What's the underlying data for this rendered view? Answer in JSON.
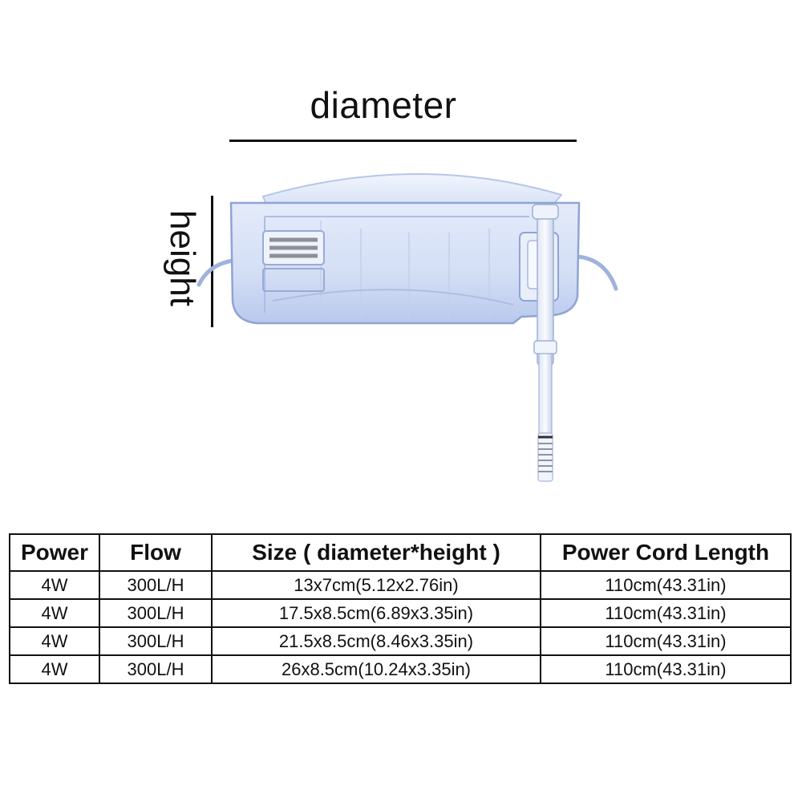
{
  "diagram": {
    "width_label": "diameter",
    "height_label": "height"
  },
  "colors": {
    "ink": "#111111",
    "product_tint": "#c9d6f2",
    "product_edge": "#8fa3d6"
  },
  "spec_table": {
    "headers": [
      "Power",
      "Flow",
      "Size ( diameter*height )",
      "Power Cord Length"
    ],
    "rows": [
      [
        "4W",
        "300L/H",
        "13x7cm(5.12x2.76in)",
        "110cm(43.31in)"
      ],
      [
        "4W",
        "300L/H",
        "17.5x8.5cm(6.89x3.35in)",
        "110cm(43.31in)"
      ],
      [
        "4W",
        "300L/H",
        "21.5x8.5cm(8.46x3.35in)",
        "110cm(43.31in)"
      ],
      [
        "4W",
        "300L/H",
        "26x8.5cm(10.24x3.35in)",
        "110cm(43.31in)"
      ]
    ]
  }
}
